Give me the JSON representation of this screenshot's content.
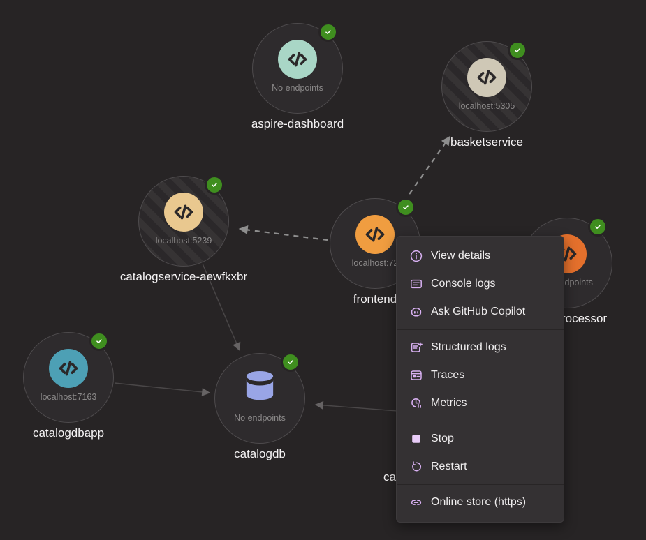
{
  "graph": {
    "nodes": [
      {
        "id": "aspire-dashboard",
        "label": "aspire-dashboard",
        "endpoint": "No endpoints",
        "icon": "code",
        "icon_bg": "#a9d6c6",
        "striped": false,
        "status": "running"
      },
      {
        "id": "basketservice",
        "label": "basketservice",
        "endpoint": "localhost:5305",
        "icon": "code",
        "icon_bg": "#cfc8b6",
        "striped": true,
        "status": "running"
      },
      {
        "id": "catalogservice-aewfkxbr",
        "label": "catalogservice-aewfkxbr",
        "endpoint": "localhost:5239",
        "icon": "code",
        "icon_bg": "#e9c88f",
        "striped": true,
        "status": "running"
      },
      {
        "id": "frontend",
        "label": "frontend",
        "endpoint": "localhost:72",
        "icon": "code",
        "icon_bg": "#f09d40",
        "striped": false,
        "status": "running"
      },
      {
        "id": "orderprocessor",
        "label": "orderprocessor",
        "endpoint": "No endpoints",
        "icon": "code",
        "icon_bg": "#e4702c",
        "striped": false,
        "status": "running"
      },
      {
        "id": "catalogdbapp",
        "label": "catalogdbapp",
        "endpoint": "localhost:7163",
        "icon": "code",
        "icon_bg": "#4da0b5",
        "striped": false,
        "status": "running"
      },
      {
        "id": "catalogdb",
        "label": "catalogdb",
        "endpoint": "No endpoints",
        "icon": "database",
        "icon_bg": "#99a5e6",
        "striped": false,
        "status": "running"
      }
    ],
    "edges": [
      {
        "from": "frontend",
        "to": "basketservice",
        "style": "dashed"
      },
      {
        "from": "frontend",
        "to": "catalogservice-aewfkxbr",
        "style": "dashed"
      },
      {
        "from": "catalogservice-aewfkxbr",
        "to": "catalogdb",
        "style": "solid"
      },
      {
        "from": "catalogdbapp",
        "to": "catalogdb",
        "style": "solid"
      },
      {
        "from": "occluded-node",
        "to": "catalogdb",
        "style": "solid"
      }
    ],
    "occluded_label_fragment": "ca"
  },
  "colors": {
    "background": "#272425",
    "running_badge": "#3f8e1f",
    "menu_accent": "#d9b1f3",
    "menu_background": "#343133"
  },
  "context_menu": {
    "groups": [
      {
        "items": [
          {
            "label": "View details",
            "icon": "info-icon"
          },
          {
            "label": "Console logs",
            "icon": "console-icon"
          },
          {
            "label": "Ask GitHub Copilot",
            "icon": "copilot-icon"
          }
        ]
      },
      {
        "items": [
          {
            "label": "Structured logs",
            "icon": "structured-logs-icon"
          },
          {
            "label": "Traces",
            "icon": "traces-icon"
          },
          {
            "label": "Metrics",
            "icon": "metrics-icon"
          }
        ]
      },
      {
        "items": [
          {
            "label": "Stop",
            "icon": "stop-icon"
          },
          {
            "label": "Restart",
            "icon": "restart-icon"
          }
        ]
      },
      {
        "items": [
          {
            "label": "Online store (https)",
            "icon": "link-icon"
          }
        ]
      }
    ]
  }
}
